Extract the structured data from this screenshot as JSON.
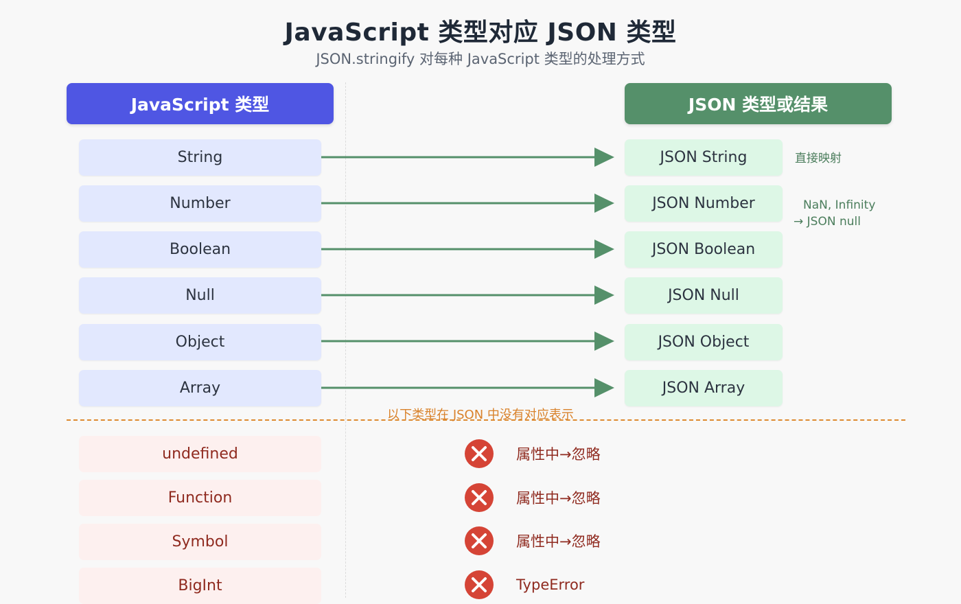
{
  "title": "JavaScript 类型对应 JSON 类型",
  "subtitle": "JSON.stringify 对每种 JavaScript 类型的处理方式",
  "headers": {
    "left": "JavaScript 类型",
    "right": "JSON 类型或结果"
  },
  "mappings": [
    {
      "js": "String",
      "json": "JSON String"
    },
    {
      "js": "Number",
      "json": "JSON Number"
    },
    {
      "js": "Boolean",
      "json": "JSON Boolean"
    },
    {
      "js": "Null",
      "json": "JSON Null"
    },
    {
      "js": "Object",
      "json": "JSON Object"
    },
    {
      "js": "Array",
      "json": "JSON Array"
    }
  ],
  "notes": {
    "string": "直接映射",
    "number_line1": "NaN, Infinity",
    "number_line2": "→ JSON null"
  },
  "divider_label": "以下类型在 JSON 中没有对应表示",
  "unsupported": [
    {
      "js": "undefined",
      "result": "属性中→忽略"
    },
    {
      "js": "Function",
      "result": "属性中→忽略"
    },
    {
      "js": "Symbol",
      "result": "属性中→忽略"
    },
    {
      "js": "BigInt",
      "result": "TypeError"
    }
  ],
  "colors": {
    "js_header": "#4f56e3",
    "json_header": "#55906a",
    "arrow": "#55906a",
    "divider": "#dd8a2f",
    "error_icon": "#d54436"
  }
}
